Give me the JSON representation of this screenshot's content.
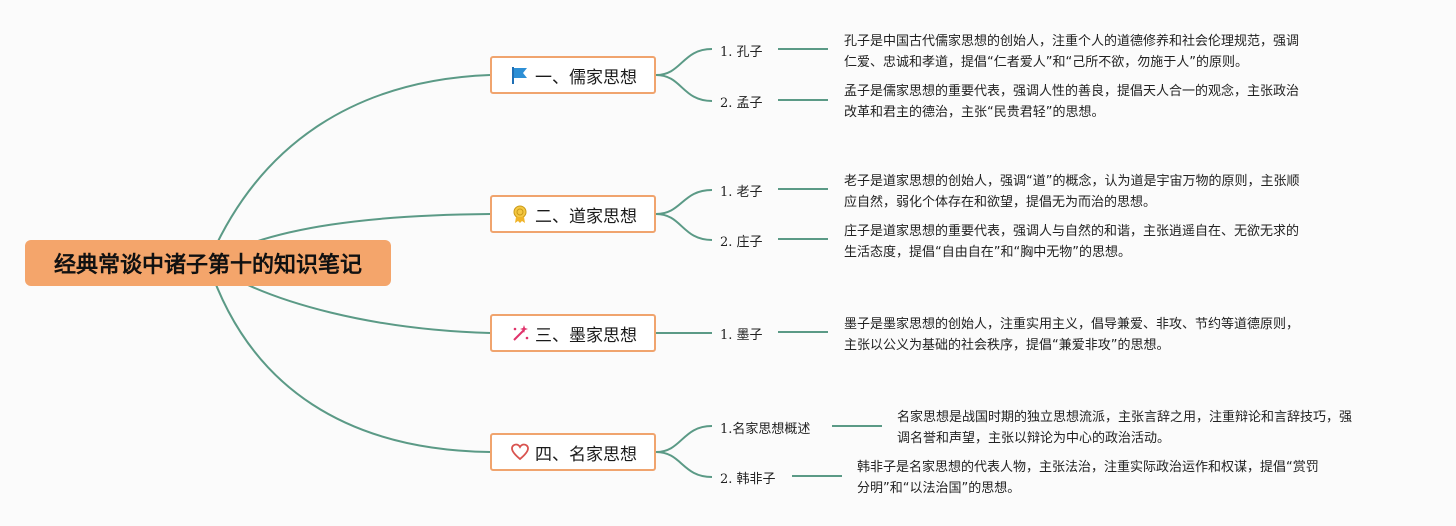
{
  "root": {
    "title": "经典常谈中诸子第十的知识笔记"
  },
  "branches": [
    {
      "label": "一、儒家思想",
      "icon": "flag-icon",
      "children": [
        {
          "label": "1. 孔子",
          "note": [
            "孔子是中国古代儒家思想的创始人，注重个人的道德修养和社会伦理规范，强调",
            "仁爱、忠诚和孝道，提倡“仁者爱人”和“己所不欲，勿施于人”的原则。"
          ]
        },
        {
          "label": "2. 孟子",
          "note": [
            "孟子是儒家思想的重要代表，强调人性的善良，提倡天人合一的观念，主张政治",
            "改革和君主的德治，主张“民贵君轻”的思想。"
          ]
        }
      ]
    },
    {
      "label": "二、道家思想",
      "icon": "medal-icon",
      "children": [
        {
          "label": "1. 老子",
          "note": [
            "老子是道家思想的创始人，强调“道”的概念，认为道是宇宙万物的原则，主张顺",
            "应自然，弱化个体存在和欲望，提倡无为而治的思想。"
          ]
        },
        {
          "label": "2. 庄子",
          "note": [
            "庄子是道家思想的重要代表，强调人与自然的和谐，主张逍遥自在、无欲无求的",
            "生活态度，提倡“自由自在”和“胸中无物”的思想。"
          ]
        }
      ]
    },
    {
      "label": "三、墨家思想",
      "icon": "magic-wand-icon",
      "children": [
        {
          "label": "1. 墨子",
          "note": [
            "墨子是墨家思想的创始人，注重实用主义，倡导兼爱、非攻、节约等道德原则，",
            "主张以公义为基础的社会秩序，提倡“兼爱非攻”的思想。"
          ]
        }
      ]
    },
    {
      "label": "四、名家思想",
      "icon": "heart-icon",
      "children": [
        {
          "label": "1.名家思想概述",
          "note": [
            "名家思想是战国时期的独立思想流派，主张言辞之用，注重辩论和言辞技巧，强",
            "调名誉和声望，主张以辩论为中心的政治活动。"
          ]
        },
        {
          "label": "2. 韩非子",
          "note": [
            "韩非子是名家思想的代表人物，主张法治，注重实际政治运作和权谋，提倡“赏罚",
            "分明”和“以法治国”的思想。"
          ]
        }
      ]
    }
  ],
  "colors": {
    "root_fill": "#f4a56b",
    "branch_border": "#f0a46e",
    "connector": "#5b9a86"
  }
}
